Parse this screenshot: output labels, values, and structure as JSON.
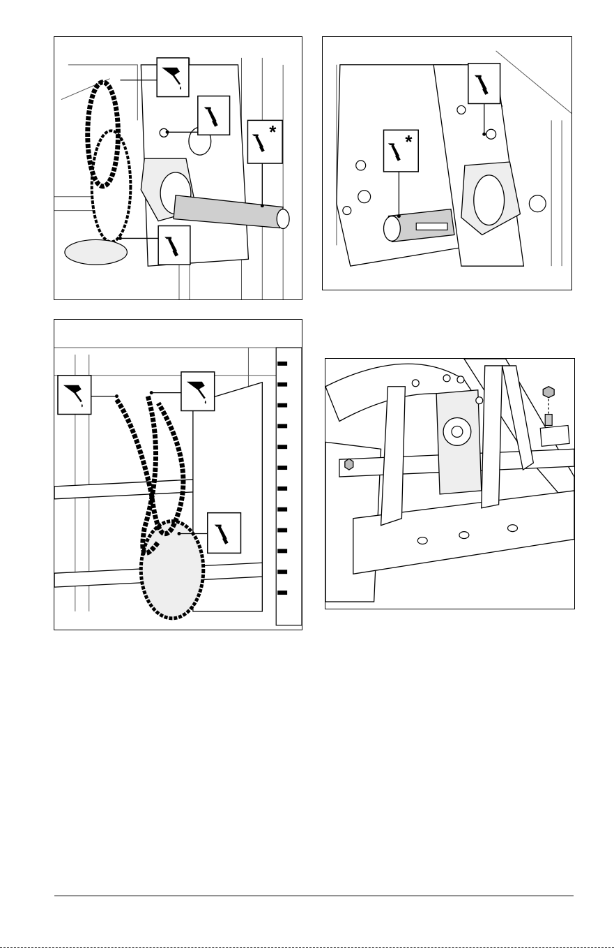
{
  "figures": [
    {
      "id": "a",
      "description_icons": [
        "oil-can-icon",
        "grease-gun-icon",
        "grease-gun-special-icon",
        "grease-gun-icon"
      ]
    },
    {
      "id": "b",
      "description_icons": [
        "grease-gun-icon",
        "grease-gun-special-icon"
      ]
    },
    {
      "id": "c",
      "description_icons": [
        "oil-can-icon",
        "oil-can-icon",
        "grease-gun-icon"
      ]
    },
    {
      "id": "d",
      "description_icons": [
        "hex-bolt-icon",
        "nut-icon"
      ]
    }
  ],
  "icon_symbols": {
    "special": "*"
  },
  "colors": {
    "line": "#000000",
    "light_stroke": "#555555",
    "fill_grey": "#cfcfcf",
    "fill_light": "#eeeeee"
  }
}
